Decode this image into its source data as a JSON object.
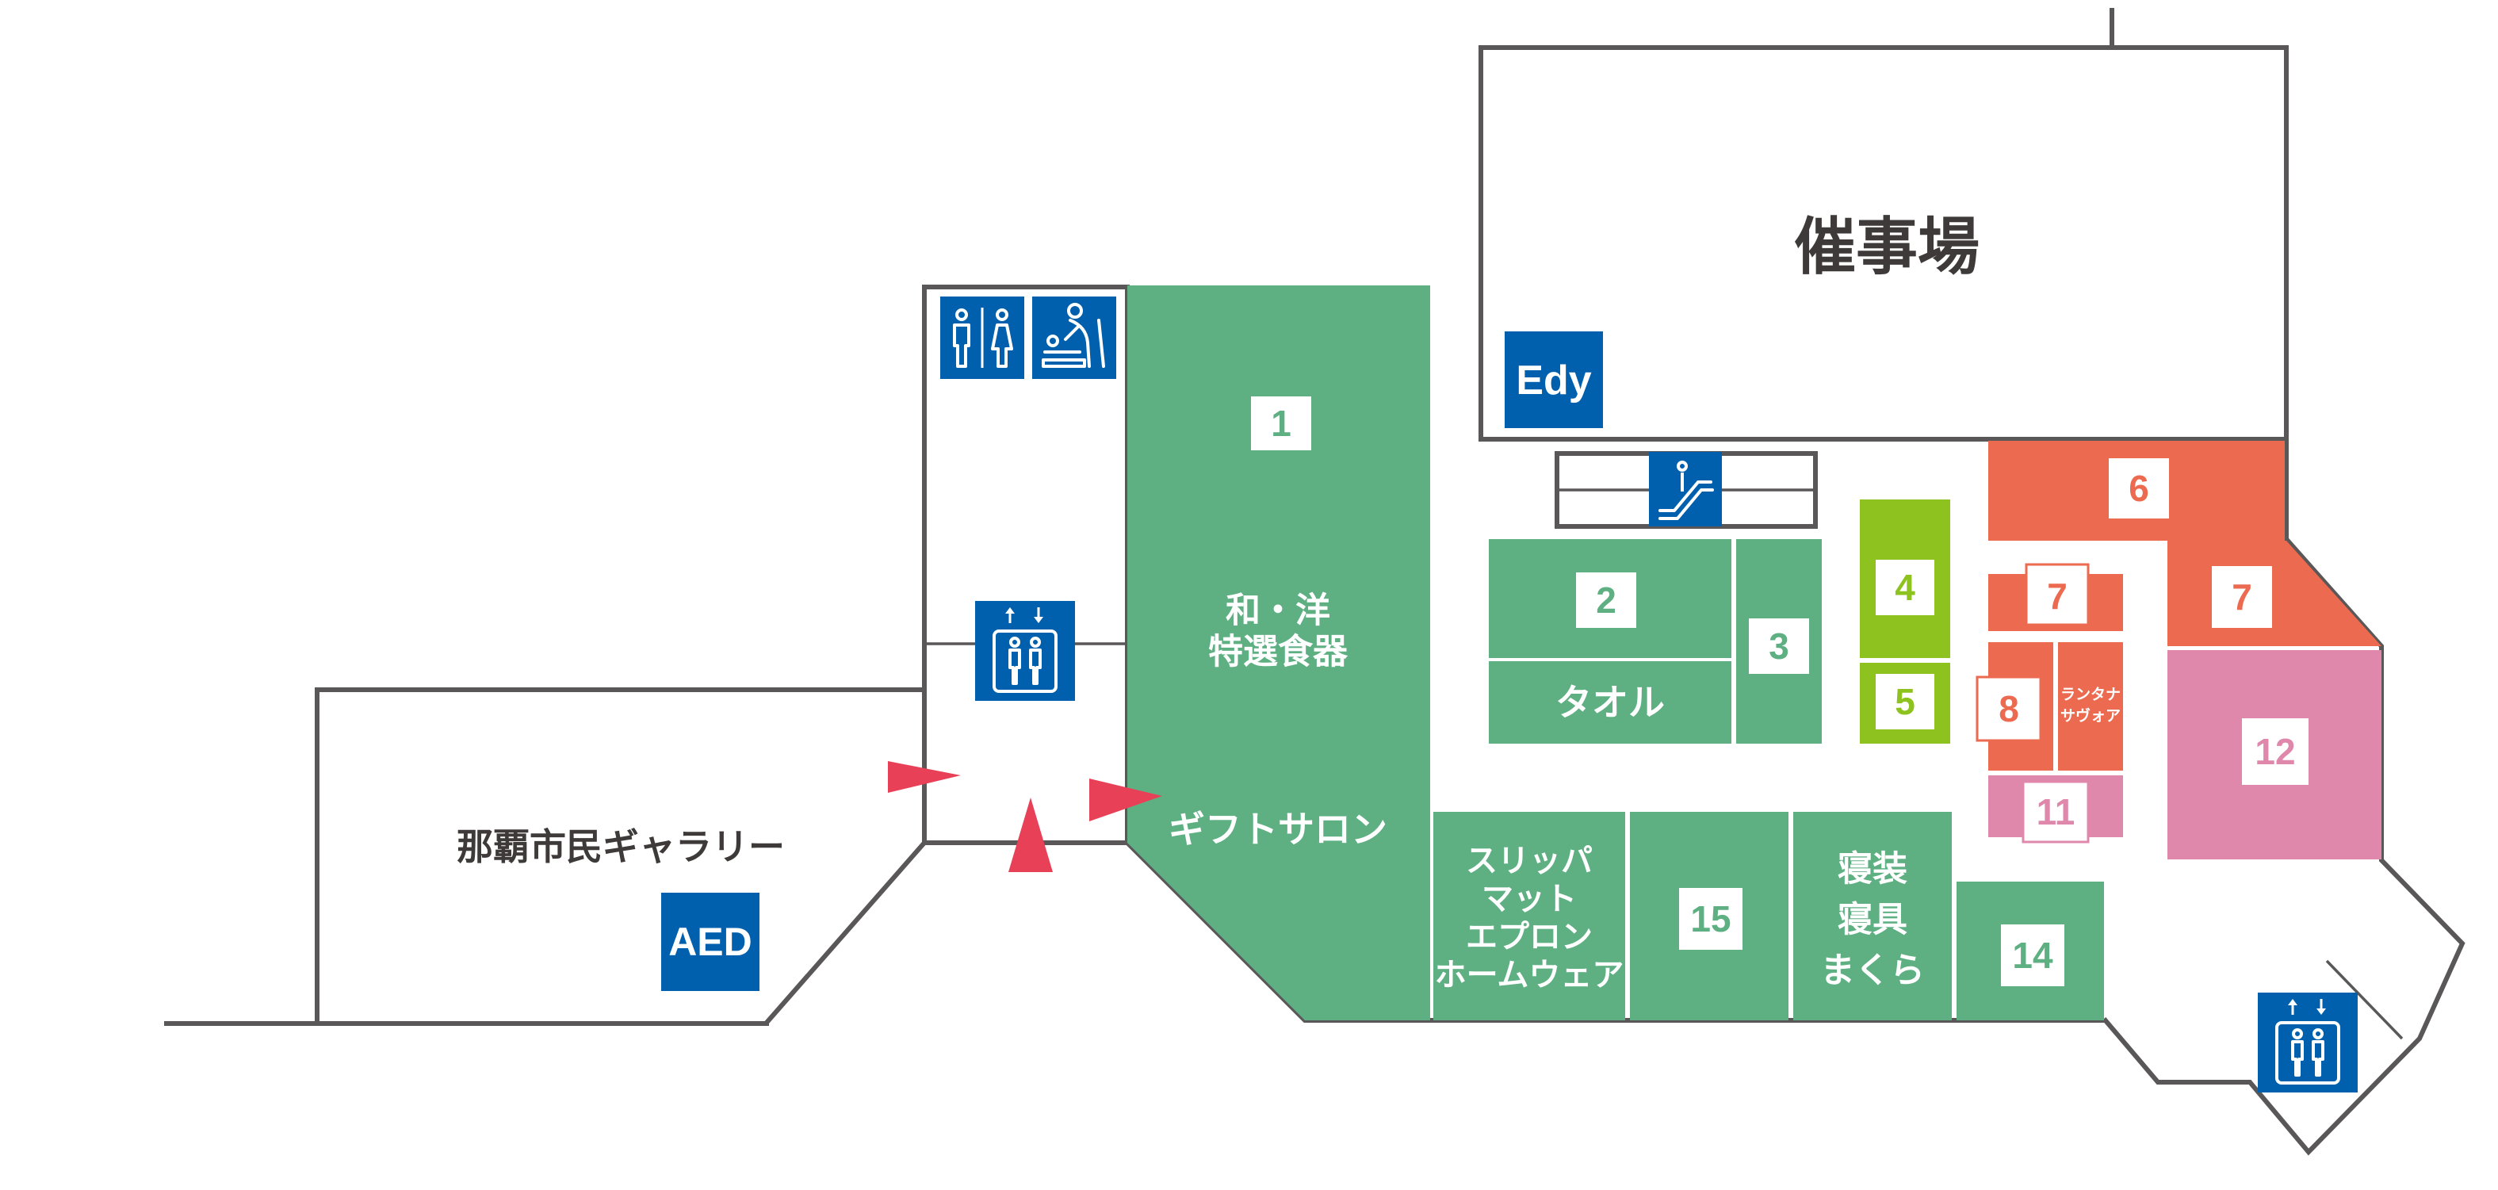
{
  "areas": {
    "event_hall": "催事場",
    "gallery": "那覇市民ギャラリー",
    "zone1_label_line1": "和・洋",
    "zone1_label_line2": "特選食器",
    "zone1_gift": "ギフトサロン",
    "zone2_label": "タオル",
    "zone_slipper_line1": "スリッパ",
    "zone_slipper_line2": "マット",
    "zone_slipper_line3": "エプロン",
    "zone_slipper_line4": "ホームウェア",
    "zone_bedding_line1": "寝装",
    "zone_bedding_line2": "寝具",
    "zone_bedding_line3": "まくら",
    "lantana_line1": "ランタナ",
    "lantana_line2": "サヴォア"
  },
  "numbers": {
    "n1": "1",
    "n2": "2",
    "n3": "3",
    "n4": "4",
    "n5": "5",
    "n6": "6",
    "n7a": "7",
    "n7b": "7",
    "n8": "8",
    "n11": "11",
    "n12": "12",
    "n14": "14",
    "n15": "15"
  },
  "badges": {
    "edy": "Edy",
    "aed": "AED"
  },
  "icons": [
    "restroom-icon",
    "baby-changing-icon",
    "elevator-icon",
    "escalator-icon",
    "entrance-arrow-icon"
  ],
  "colors": {
    "green": "#5eb083",
    "lime": "#8dc21f",
    "orange": "#ec6a4f",
    "pink": "#df88ab",
    "blue": "#0060ae",
    "arrow_red": "#e84057",
    "wall": "#595757"
  }
}
